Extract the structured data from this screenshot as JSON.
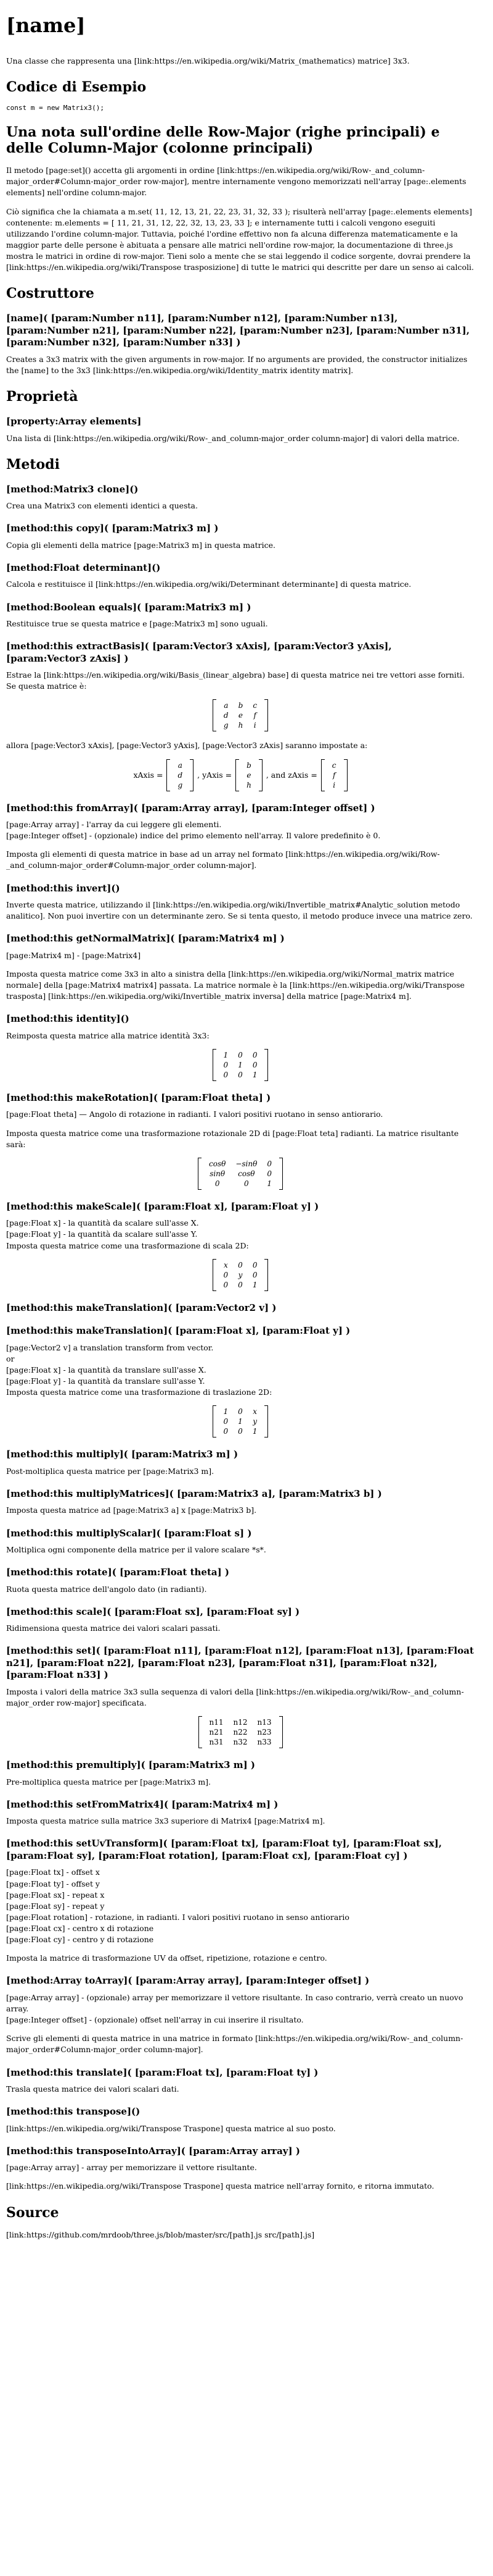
{
  "title": "[name]",
  "intro": "Una classe che rappresenta una [link:https://en.wikipedia.org/wiki/Matrix_(mathematics) matrice] 3x3.",
  "code_example_heading": "Codice di Esempio",
  "code_example": "const m = new Matrix3();",
  "note_heading": "Una nota sull'ordine delle Row-Major (righe principali) e delle Column-Major (colonne principali)",
  "note_p1": "Il metodo [page:set]() accetta gli argomenti in ordine [link:https://en.wikipedia.org/wiki/Row-_and_column-major_order#Column-major_order row-major], mentre internamente vengono memorizzati nell'array [page:.elements elements] nell'ordine column-major.",
  "note_p2": "Ciò significa che la chiamata a m.set( 11, 12, 13, 21, 22, 23, 31, 32, 33 ); risulterà nell'array [page:.elements elements] contenente: m.elements = [ 11, 21, 31, 12, 22, 32, 13, 23, 33 ]; e internamente tutti i calcoli vengono eseguiti utilizzando l'ordine column-major. Tuttavia, poiché l'ordine effettivo non fa alcuna differenza matematicamente e la maggior parte delle persone è abituata a pensare alle matrici nell'ordine row-major, la documentazione di three.js mostra le matrici in ordine di row-major. Tieni solo a mente che se stai leggendo il codice sorgente, dovrai prendere la [link:https://en.wikipedia.org/wiki/Transpose trasposizione] di tutte le matrici qui descritte per dare un senso ai calcoli.",
  "constructor_heading": "Costruttore",
  "constructor_sig": "[name]( [param:Number n11], [param:Number n12], [param:Number n13], [param:Number n21], [param:Number n22], [param:Number n23], [param:Number n31], [param:Number n32], [param:Number n33] )",
  "constructor_desc": "Creates a 3x3 matrix with the given arguments in row-major. If no arguments are provided, the constructor initializes the [name] to the 3x3 [link:https://en.wikipedia.org/wiki/Identity_matrix identity matrix].",
  "properties_heading": "Proprietà",
  "prop_elements_sig": "[property:Array elements]",
  "prop_elements_desc": "Una lista di [link:https://en.wikipedia.org/wiki/Row-_and_column-major_order column-major] di valori della matrice.",
  "methods_heading": "Metodi",
  "methods": {
    "clone_sig": "[method:Matrix3 clone]()",
    "clone_desc": "Crea una Matrix3 con elementi identici a questa.",
    "copy_sig": "[method:this copy]( [param:Matrix3 m] )",
    "copy_desc": "Copia gli elementi della matrice [page:Matrix3 m] in questa matrice.",
    "determinant_sig": "[method:Float determinant]()",
    "determinant_desc": "Calcola e restituisce il [link:https://en.wikipedia.org/wiki/Determinant determinante] di questa matrice.",
    "equals_sig": "[method:Boolean equals]( [param:Matrix3 m] )",
    "equals_desc": "Restituisce true se questa matrice e [page:Matrix3 m] sono uguali.",
    "extractBasis_sig": "[method:this extractBasis]( [param:Vector3 xAxis], [param:Vector3 yAxis], [param:Vector3 zAxis] )",
    "extractBasis_desc1": "Estrae la [link:https://en.wikipedia.org/wiki/Basis_(linear_algebra) base] di questa matrice nei tre vettori asse forniti. Se questa matrice è:",
    "extractBasis_matrix": [
      [
        "a",
        "b",
        "c"
      ],
      [
        "d",
        "e",
        "f"
      ],
      [
        "g",
        "h",
        "i"
      ]
    ],
    "extractBasis_desc2": "allora [page:Vector3 xAxis], [page:Vector3 yAxis], [page:Vector3 zAxis] saranno impostate a:",
    "extractBasis_x_label": "xAxis =",
    "extractBasis_y_label": ", yAxis =",
    "extractBasis_z_label": ", and zAxis =",
    "extractBasis_x": [
      "a",
      "d",
      "g"
    ],
    "extractBasis_y": [
      "b",
      "e",
      "h"
    ],
    "extractBasis_z": [
      "c",
      "f",
      "i"
    ],
    "fromArray_sig": "[method:this fromArray]( [param:Array array], [param:Integer offset] )",
    "fromArray_p1": "[page:Array array] - l'array da cui leggere gli elementi.",
    "fromArray_p2": "[page:Integer offset] - (opzionale) indice del primo elemento nell'array. Il valore predefinito è 0.",
    "fromArray_desc": "Imposta gli elementi di questa matrice in base ad un array nel formato [link:https://en.wikipedia.org/wiki/Row-_and_column-major_order#Column-major_order column-major].",
    "invert_sig": "[method:this invert]()",
    "invert_desc": "Inverte questa matrice, utilizzando il [link:https://en.wikipedia.org/wiki/Invertible_matrix#Analytic_solution metodo analitico]. Non puoi invertire con un determinante zero. Se si tenta questo, il metodo produce invece una matrice zero.",
    "getNormalMatrix_sig": "[method:this getNormalMatrix]( [param:Matrix4 m] )",
    "getNormalMatrix_p1": "[page:Matrix4 m] - [page:Matrix4]",
    "getNormalMatrix_desc": "Imposta questa matrice come 3x3 in alto a sinistra della [link:https://en.wikipedia.org/wiki/Normal_matrix matrice normale] della [page:Matrix4 matrix4] passata. La matrice normale è la [link:https://en.wikipedia.org/wiki/Transpose trasposta] [link:https://en.wikipedia.org/wiki/Invertible_matrix inversa] della matrice [page:Matrix4 m].",
    "identity_sig": "[method:this identity]()",
    "identity_desc": "Reimposta questa matrice alla matrice identità 3x3:",
    "identity_matrix": [
      [
        "1",
        "0",
        "0"
      ],
      [
        "0",
        "1",
        "0"
      ],
      [
        "0",
        "0",
        "1"
      ]
    ],
    "makeRotation_sig": "[method:this makeRotation]( [param:Float theta] )",
    "makeRotation_p1": "[page:Float theta] — Angolo di rotazione in radianti. I valori positivi ruotano in senso antiorario.",
    "makeRotation_desc": "Imposta questa matrice come una trasformazione rotazionale 2D di [page:Float teta] radianti. La matrice risultante sarà:",
    "makeRotation_matrix": [
      [
        "cosθ",
        "−sinθ",
        "0"
      ],
      [
        "sinθ",
        "cosθ",
        "0"
      ],
      [
        "0",
        "0",
        "1"
      ]
    ],
    "makeScale_sig": "[method:this makeScale]( [param:Float x], [param:Float y] )",
    "makeScale_p1": "[page:Float x] - la quantità da scalare sull'asse X.",
    "makeScale_p2": "[page:Float y] - la quantità da scalare sull'asse Y.",
    "makeScale_p3": "Imposta questa matrice come una trasformazione di scala 2D:",
    "makeScale_matrix": [
      [
        "x",
        "0",
        "0"
      ],
      [
        "0",
        "y",
        "0"
      ],
      [
        "0",
        "0",
        "1"
      ]
    ],
    "makeTranslation_sig1": "[method:this makeTranslation]( [param:Vector2 v] )",
    "makeTranslation_sig2": "[method:this makeTranslation]( [param:Float x], [param:Float y] )",
    "makeTranslation_p1": "[page:Vector2 v] a translation transform from vector.",
    "makeTranslation_or": "or",
    "makeTranslation_p2": "[page:Float x] - la quantità da translare sull'asse X.",
    "makeTranslation_p3": "[page:Float y] - la quantità da translare sull'asse Y.",
    "makeTranslation_p4": "Imposta questa matrice come una trasformazione di traslazione 2D:",
    "makeTranslation_matrix": [
      [
        "1",
        "0",
        "x"
      ],
      [
        "0",
        "1",
        "y"
      ],
      [
        "0",
        "0",
        "1"
      ]
    ],
    "multiply_sig": "[method:this multiply]( [param:Matrix3 m] )",
    "multiply_desc": "Post-moltiplica questa matrice per [page:Matrix3 m].",
    "multiplyMatrices_sig": "[method:this multiplyMatrices]( [param:Matrix3 a], [param:Matrix3 b] )",
    "multiplyMatrices_desc": "Imposta questa matrice ad [page:Matrix3 a] x [page:Matrix3 b].",
    "multiplyScalar_sig": "[method:this multiplyScalar]( [param:Float s] )",
    "multiplyScalar_desc": "Moltiplica ogni componente della matrice per il valore scalare *s*.",
    "rotate_sig": "[method:this rotate]( [param:Float theta] )",
    "rotate_desc": "Ruota questa matrice dell'angolo dato (in radianti).",
    "scale_sig": "[method:this scale]( [param:Float sx], [param:Float sy] )",
    "scale_desc": "Ridimensiona questa matrice dei valori scalari passati.",
    "set_sig": "[method:this set]( [param:Float n11], [param:Float n12], [param:Float n13], [param:Float n21], [param:Float n22], [param:Float n23], [param:Float n31], [param:Float n32], [param:Float n33] )",
    "set_desc": "Imposta i valori della matrice 3x3 sulla sequenza di valori della [link:https://en.wikipedia.org/wiki/Row-_and_column-major_order row-major] specificata.",
    "set_matrix": [
      [
        "n11",
        "n12",
        "n13"
      ],
      [
        "n21",
        "n22",
        "n23"
      ],
      [
        "n31",
        "n32",
        "n33"
      ]
    ],
    "premultiply_sig": "[method:this premultiply]( [param:Matrix3 m] )",
    "premultiply_desc": "Pre-moltiplica questa matrice per [page:Matrix3 m].",
    "setFromMatrix4_sig": "[method:this setFromMatrix4]( [param:Matrix4 m] )",
    "setFromMatrix4_desc": "Imposta questa matrice sulla matrice 3x3 superiore di Matrix4 [page:Matrix4 m].",
    "setUvTransform_sig": "[method:this setUvTransform]( [param:Float tx], [param:Float ty], [param:Float sx], [param:Float sy], [param:Float rotation], [param:Float cx], [param:Float cy] )",
    "setUvTransform_params": [
      "[page:Float tx] - offset x",
      "[page:Float ty] - offset y",
      "[page:Float sx] - repeat x",
      "[page:Float sy] - repeat y",
      "[page:Float rotation] - rotazione, in radianti. I valori positivi ruotano in senso antiorario",
      "[page:Float cx] - centro x di rotazione",
      "[page:Float cy] - centro y di rotazione"
    ],
    "setUvTransform_desc": "Imposta la matrice di trasformazione UV da offset, ripetizione, rotazione e centro.",
    "toArray_sig": "[method:Array toArray]( [param:Array array], [param:Integer offset] )",
    "toArray_p1": "[page:Array array] - (opzionale) array per memorizzare il vettore risultante. In caso contrario, verrà creato un nuovo array.",
    "toArray_p2": "[page:Integer offset] - (opzionale) offset nell'array in cui inserire il risultato.",
    "toArray_desc": "Scrive gli elementi di questa matrice in una matrice in formato [link:https://en.wikipedia.org/wiki/Row-_and_column-major_order#Column-major_order column-major].",
    "translate_sig": "[method:this translate]( [param:Float tx], [param:Float ty] )",
    "translate_desc": "Trasla questa matrice dei valori scalari dati.",
    "transpose_sig": "[method:this transpose]()",
    "transpose_desc": "[link:https://en.wikipedia.org/wiki/Transpose Traspone] questa matrice al suo posto.",
    "transposeIntoArray_sig": "[method:this transposeIntoArray]( [param:Array array] )",
    "transposeIntoArray_p1": "[page:Array array] - array per memorizzare il vettore risultante.",
    "transposeIntoArray_desc": "[link:https://en.wikipedia.org/wiki/Transpose Traspone] questa matrice nell'array fornito, e ritorna immutato."
  },
  "source_heading": "Source",
  "source_link": "[link:https://github.com/mrdoob/three.js/blob/master/src/[path].js src/[path].js]"
}
